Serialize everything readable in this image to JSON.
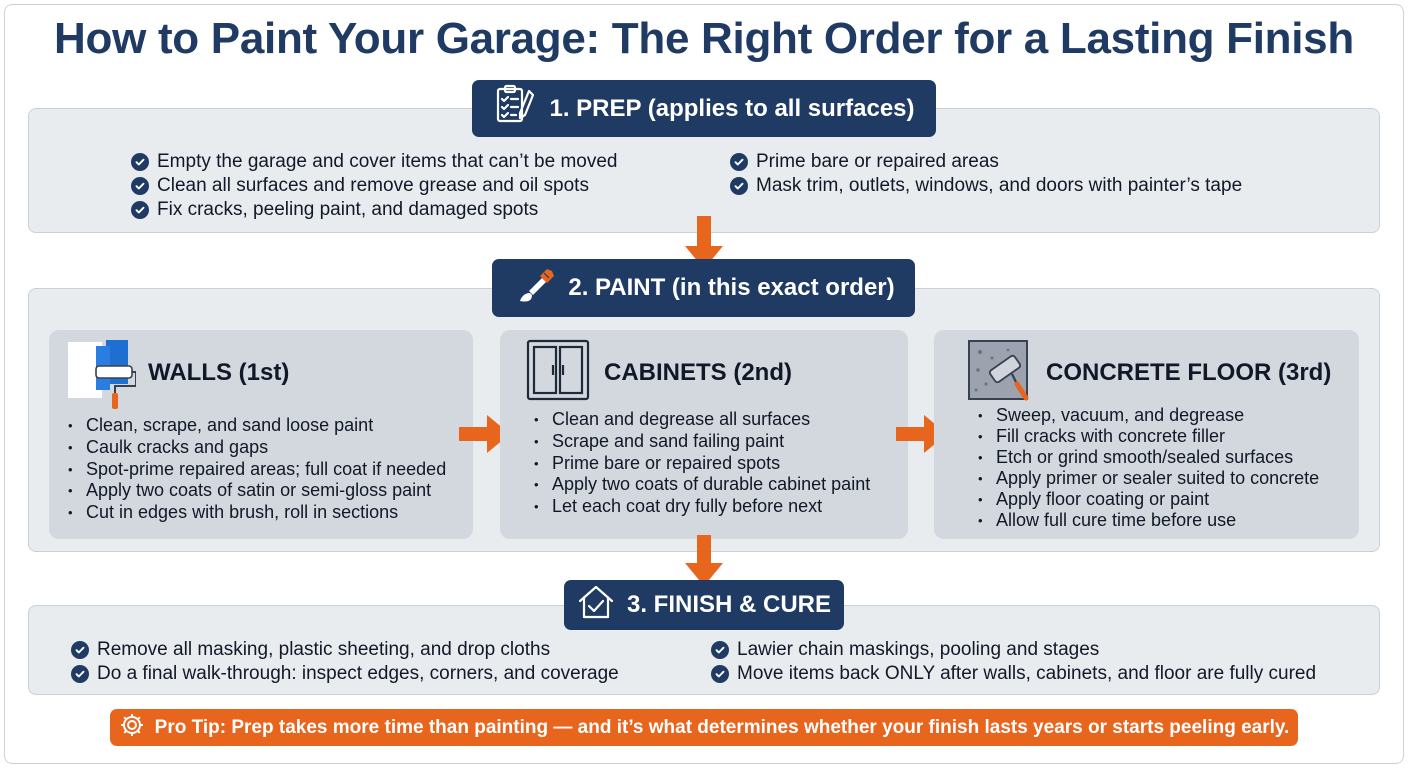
{
  "title": "How to Paint Your Garage: The Right Order for a Lasting Finish",
  "colors": {
    "navy": "#1f3a63",
    "orange": "#e8651e",
    "panel": "#e9ecef",
    "card": "#d3d8de"
  },
  "prep": {
    "header": "1. PREP (applies to all surfaces)",
    "icon": "clipboard-checklist-icon",
    "left_items": [
      "Empty the garage and cover items that can’t be moved",
      "Clean all surfaces and remove grease and oil spots",
      "Fix cracks, peeling paint, and damaged spots"
    ],
    "right_items": [
      "Prime bare or repaired areas",
      "Mask trim, outlets, windows, and doors with painter’s tape"
    ]
  },
  "paint": {
    "header": "2. PAINT (in this exact order)",
    "icon": "paintbrush-icon",
    "walls": {
      "title": "WALLS (1st)",
      "icon": "paint-roller-icon",
      "items": [
        "Clean, scrape, and sand loose paint",
        "Caulk cracks and gaps",
        "Spot-prime repaired areas; full coat if needed",
        "Apply two coats of satin or semi-gloss paint",
        "Cut in edges with brush, roll in sections"
      ]
    },
    "cabinets": {
      "title": "CABINETS (2nd)",
      "icon": "cabinet-icon",
      "items": [
        "Clean and degrease all surfaces",
        "Scrape and sand failing paint",
        "Prime bare or repaired spots",
        "Apply two coats of durable cabinet paint",
        "Let each coat dry fully before next"
      ]
    },
    "floor": {
      "title": "CONCRETE FLOOR (3rd)",
      "icon": "floor-roller-icon",
      "items": [
        "Sweep, vacuum, and degrease",
        "Fill cracks with concrete filler",
        "Etch or grind smooth/sealed surfaces",
        "Apply primer or sealer suited to concrete",
        "Apply floor coating or paint",
        "Allow full cure time before use"
      ]
    }
  },
  "finish": {
    "header": "3. FINISH & CURE",
    "icon": "house-check-icon",
    "left_items": [
      "Remove all masking, plastic sheeting, and drop cloths",
      "Do a final walk-through: inspect edges, corners, and coverage"
    ],
    "right_items": [
      "Lawier chain maskings, pooling and stages",
      "Move items back ONLY after walls, cabinets, and floor are fully cured"
    ]
  },
  "pro_tip": {
    "icon": "gear-icon",
    "text": "Pro Tip: Prep takes more time than painting — and it’s what determines whether your finish lasts years or starts peeling early."
  }
}
